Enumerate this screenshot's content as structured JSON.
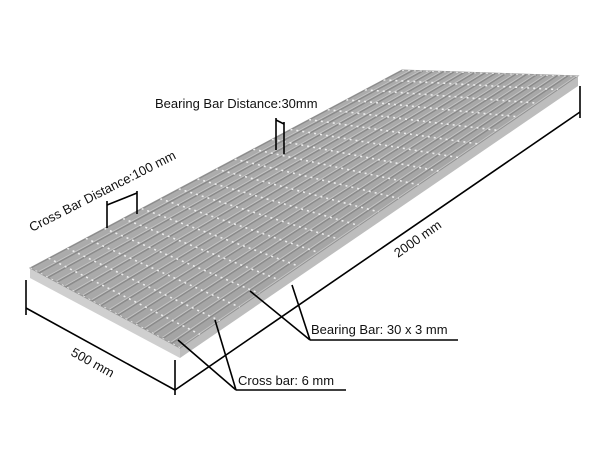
{
  "diagram": {
    "subject": "Steel bar grating panel",
    "labels": {
      "bearing_bar_distance": "Bearing Bar Distance:30mm",
      "cross_bar_distance": "Cross Bar Distance:100 mm",
      "length": "2000 mm",
      "width": "500 mm",
      "bearing_bar": "Bearing Bar: 30 x 3 mm",
      "cross_bar": "Cross bar: 6 mm"
    },
    "colors": {
      "grating_top": "#a9a9a9",
      "grating_dark": "#8c8c8c",
      "grating_edge": "#c8c8c8",
      "highlight": "#f2f2f2",
      "dimension_line": "#000000",
      "background": "#ffffff"
    }
  }
}
